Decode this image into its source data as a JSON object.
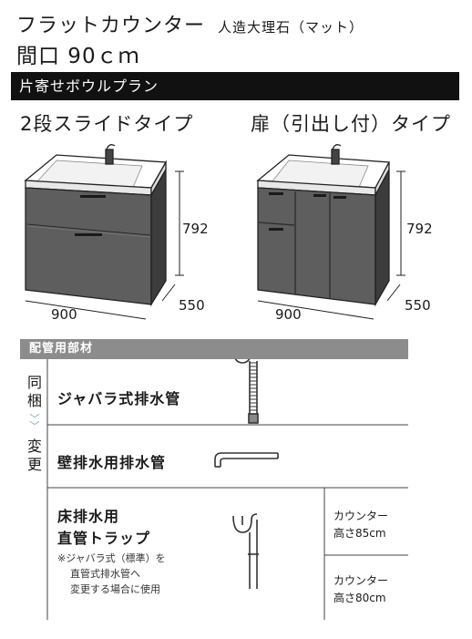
{
  "header": {
    "title_main": "フラットカウンター",
    "title_material": "人造大理石（マット）",
    "title_size": "間口 90ｃｍ",
    "plan_band": "片寄せボウルプラン"
  },
  "products": {
    "left": {
      "type_label": "2段スライドタイプ",
      "width": "900",
      "depth": "550",
      "height": "792"
    },
    "right": {
      "type_label": "扉（引出し付）タイプ",
      "width": "900",
      "depth": "550",
      "height": "792"
    }
  },
  "pipes": {
    "header": "配管用部材",
    "side_dokon": [
      "同",
      "梱"
    ],
    "side_henko": [
      "変",
      "更"
    ],
    "rows": [
      {
        "label": "ジャバラ式排水管"
      },
      {
        "label": "壁排水用排水管"
      },
      {
        "label_lines": [
          "床排水用",
          "直管トラップ"
        ],
        "note_lines": [
          "※ジャバラ式（標準）を",
          "直管式排水管へ",
          "変更する場合に使用"
        ],
        "counter_options": [
          [
            "カウンター",
            "高さ85cm"
          ],
          [
            "カウンター",
            "高さ80cm"
          ]
        ]
      }
    ]
  },
  "colors": {
    "band_bg": "#111111",
    "header_gray": "#8c8c8c",
    "chevron_blue": "#6aa9c9"
  }
}
